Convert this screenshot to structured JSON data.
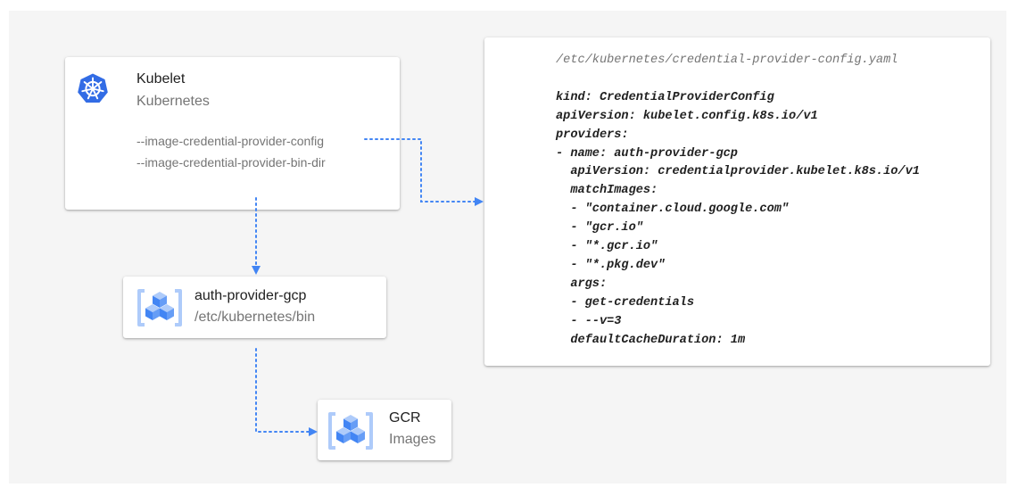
{
  "colors": {
    "background": "#f5f5f5",
    "card": "#ffffff",
    "connector": "#4285f4",
    "k8s_blue": "#326ce5",
    "gcp_blue": "#4285f4",
    "gcp_light_blue": "#aecbfa"
  },
  "kubelet": {
    "icon": "kubernetes-helm-icon",
    "title": "Kubelet",
    "subtitle": "Kubernetes",
    "flags": [
      "--image-credential-provider-config",
      "--image-credential-provider-bin-dir"
    ]
  },
  "auth_provider": {
    "icon": "gcp-product-icon",
    "title": "auth-provider-gcp",
    "subtitle": "/etc/kubernetes/bin"
  },
  "gcr": {
    "icon": "gcp-product-icon",
    "title": "GCR",
    "subtitle": "Images"
  },
  "config": {
    "path": "/etc/kubernetes/credential-provider-config.yaml",
    "lines": [
      "kind: CredentialProviderConfig",
      "apiVersion: kubelet.config.k8s.io/v1",
      "providers:",
      "- name: auth-provider-gcp",
      "  apiVersion: credentialprovider.kubelet.k8s.io/v1",
      "  matchImages:",
      "  - \"container.cloud.google.com\"",
      "  - \"gcr.io\"",
      "  - \"*.gcr.io\"",
      "  - \"*.pkg.dev\"",
      "  args:",
      "  - get-credentials",
      "  - --v=3",
      "  defaultCacheDuration: 1m"
    ]
  }
}
